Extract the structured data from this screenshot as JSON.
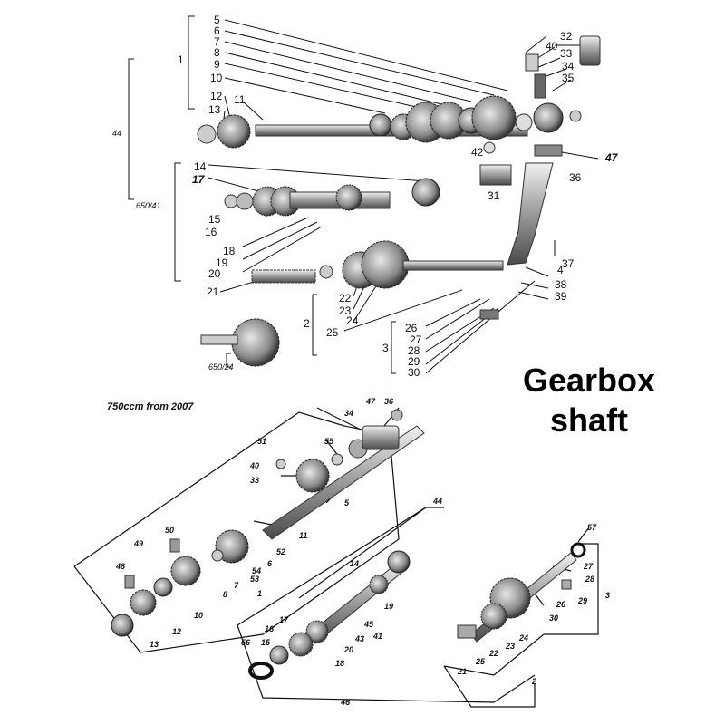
{
  "title": "Gearbox shaft",
  "title_lines": [
    "Gearbox",
    "shaft"
  ],
  "lower_diagram_caption": "750ccm from 2007",
  "upper_labels": [
    "1",
    "2",
    "3",
    "4",
    "5",
    "6",
    "7",
    "8",
    "9",
    "10",
    "11",
    "12",
    "13",
    "14",
    "15",
    "16",
    "17",
    "18",
    "19",
    "20",
    "21",
    "22",
    "23",
    "24",
    "25",
    "26",
    "27",
    "28",
    "29",
    "30",
    "31",
    "32",
    "33",
    "34",
    "35",
    "36",
    "37",
    "38",
    "39",
    "40",
    "42",
    "44",
    "47",
    "650/41",
    "650/24"
  ],
  "lower_labels": [
    "1",
    "2",
    "3",
    "5",
    "6",
    "7",
    "8",
    "10",
    "11",
    "12",
    "13",
    "14",
    "15",
    "16",
    "17",
    "18",
    "19",
    "20",
    "21",
    "22",
    "23",
    "24",
    "25",
    "26",
    "27",
    "28",
    "29",
    "30",
    "33",
    "34",
    "36",
    "40",
    "41",
    "43",
    "44",
    "45",
    "46",
    "47",
    "48",
    "49",
    "50",
    "51",
    "52",
    "53",
    "54",
    "55",
    "56",
    "57"
  ],
  "colors": {
    "ink": "#111111",
    "metal": "#9a9a9a",
    "metal_light": "#d4d4d4",
    "metal_dark": "#555555"
  }
}
